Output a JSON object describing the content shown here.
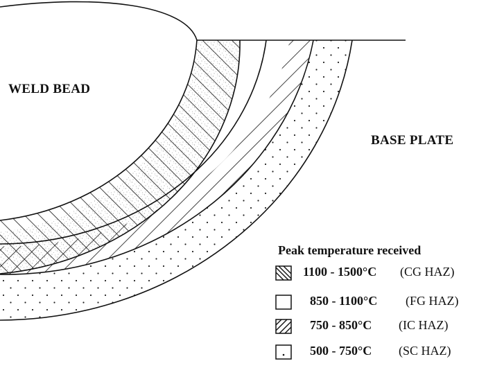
{
  "labels": {
    "weld_bead": "WELD BEAD",
    "base_plate": "BASE PLATE"
  },
  "legend": {
    "title": "Peak temperature received",
    "items": [
      {
        "range": "1100 - 1500°C",
        "zone": "(CG HAZ)",
        "pattern": "backslash-hatch"
      },
      {
        "range": "850 - 1100°C",
        "zone": "(FG HAZ)",
        "pattern": "fine-stipple"
      },
      {
        "range": "750 - 850°C",
        "zone": "(IC HAZ)",
        "pattern": "slash-hatch"
      },
      {
        "range": "500 - 750°C",
        "zone": "(SC HAZ)",
        "pattern": "dots"
      }
    ]
  },
  "colors": {
    "ink": "#111111",
    "paper": "#ffffff",
    "stipple": "#9a9a9a"
  }
}
